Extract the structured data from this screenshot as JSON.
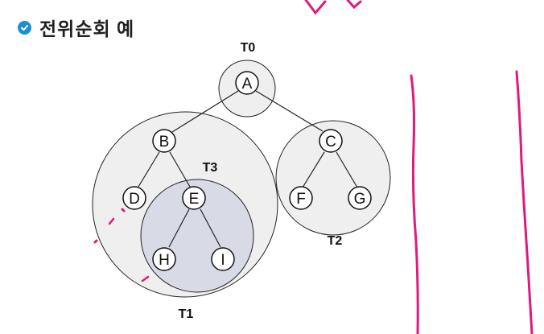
{
  "title": "전위순회 예",
  "icons": {
    "check": "check-circle-icon"
  },
  "subtree_labels": {
    "t0": "T0",
    "t1": "T1",
    "t2": "T2",
    "t3": "T3"
  },
  "nodes": {
    "a": "A",
    "b": "B",
    "c": "C",
    "d": "D",
    "e": "E",
    "f": "F",
    "g": "G",
    "h": "H",
    "i": "I"
  },
  "colors": {
    "annotation": "#e0197d",
    "check_icon": "#1a8fd6",
    "inner_region": "#d8dbe5",
    "outer_region": "#efefef"
  }
}
